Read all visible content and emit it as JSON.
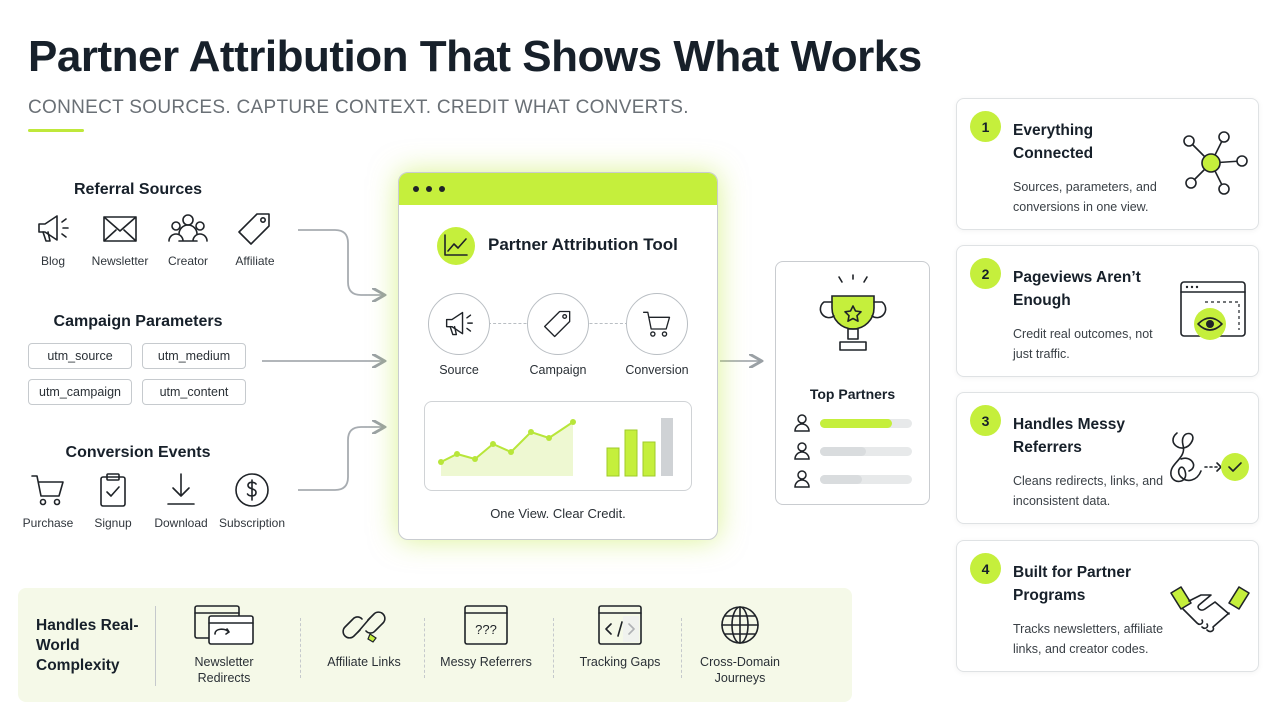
{
  "header": {
    "title": "Partner Attribution That Shows What Works",
    "subtitle": "CONNECT SOURCES. CAPTURE CONTEXT. CREDIT WHAT CONVERTS."
  },
  "referral": {
    "heading": "Referral Sources",
    "items": [
      {
        "label": "Blog",
        "icon": "megaphone-icon"
      },
      {
        "label": "Newsletter",
        "icon": "envelope-icon"
      },
      {
        "label": "Creator",
        "icon": "people-icon"
      },
      {
        "label": "Affiliate",
        "icon": "tag-icon"
      }
    ]
  },
  "campaign": {
    "heading": "Campaign Parameters",
    "params": [
      "utm_source",
      "utm_medium",
      "utm_campaign",
      "utm_content"
    ]
  },
  "conversion": {
    "heading": "Conversion Events",
    "items": [
      {
        "label": "Purchase",
        "icon": "cart-icon"
      },
      {
        "label": "Signup",
        "icon": "clipboard-check-icon"
      },
      {
        "label": "Download",
        "icon": "download-icon"
      },
      {
        "label": "Subscription",
        "icon": "dollar-icon"
      }
    ]
  },
  "tool": {
    "title": "Partner Attribution Tool",
    "nodes": [
      "Source",
      "Campaign",
      "Conversion"
    ],
    "footer": "One View. Clear Credit."
  },
  "partners": {
    "label": "Top Partners",
    "bars": [
      0.78,
      0.5,
      0.46
    ]
  },
  "cards": [
    {
      "number": "1",
      "title": "Everything Connected",
      "desc": "Sources, parameters, and conversions in one view.",
      "icon": "network-icon"
    },
    {
      "number": "2",
      "title": "Pageviews Aren’t Enough",
      "desc": "Credit real outcomes, not just traffic.",
      "icon": "browser-eye-icon"
    },
    {
      "number": "3",
      "title": "Handles Messy Referrers",
      "desc": "Cleans redirects, links, and inconsistent data.",
      "icon": "tangle-check-icon"
    },
    {
      "number": "4",
      "title": "Built for Partner Programs",
      "desc": "Tracks newsletters, affiliate links, and creator codes.",
      "icon": "handshake-icon"
    }
  ],
  "complexity": {
    "title": "Handles Real-World Complexity",
    "items": [
      {
        "label": "Newsletter Redirects",
        "icon": "redirect-windows-icon"
      },
      {
        "label": "Affiliate Links",
        "icon": "link-icon"
      },
      {
        "label": "Messy Referrers",
        "icon": "question-window-icon",
        "glyph": "???"
      },
      {
        "label": "Tracking Gaps",
        "icon": "code-window-icon"
      },
      {
        "label": "Cross-Domain Journeys",
        "icon": "globe-icon"
      }
    ]
  },
  "colors": {
    "accent": "#c5ef3c",
    "text": "#17202a",
    "muted": "#6a7076"
  }
}
